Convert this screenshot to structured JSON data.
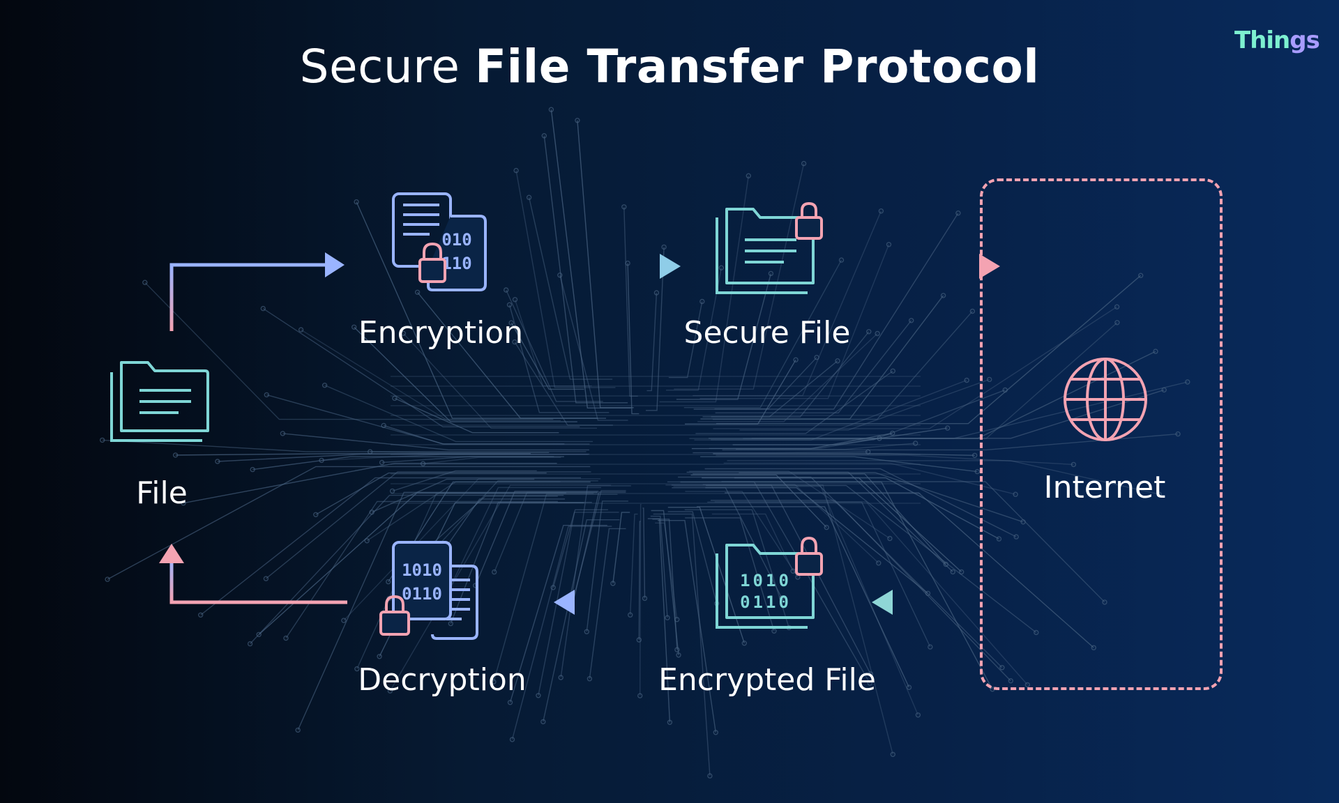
{
  "title": {
    "light": "Secure",
    "bold": "File Transfer Protocol"
  },
  "logo": {
    "text": "Thin",
    "tail": "gs",
    "colors": [
      "#7df0d0",
      "#a89cff"
    ]
  },
  "nodes": {
    "file": {
      "label": "File",
      "icon": "folder-icon"
    },
    "encryption": {
      "label": "Encryption",
      "icon": "document-lock-icon",
      "binary": [
        "010",
        "110"
      ]
    },
    "secure_file": {
      "label": "Secure File",
      "icon": "folder-lock-icon"
    },
    "internet": {
      "label": "Internet",
      "icon": "globe-icon"
    },
    "encrypted_file": {
      "label": "Encrypted File",
      "icon": "binary-folder-lock-icon",
      "binary": [
        "1010",
        "0110"
      ]
    },
    "decryption": {
      "label": "Decryption",
      "icon": "binary-document-lock-icon",
      "binary": [
        "1010",
        "0110"
      ]
    }
  },
  "colors": {
    "teal": "#7fd6d6",
    "blue": "#9ab4ff",
    "pink": "#f4a3b2",
    "circuit": "#4b6584"
  }
}
